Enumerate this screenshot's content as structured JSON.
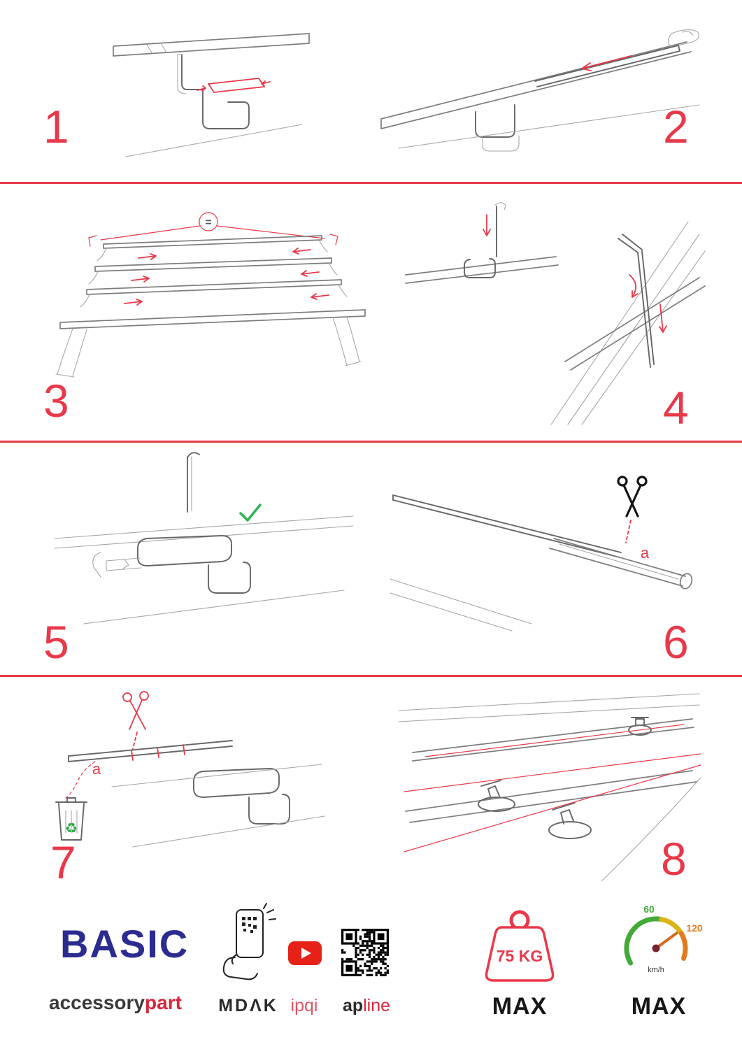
{
  "accent": "#e8394a",
  "steps": [
    {
      "number": "1"
    },
    {
      "number": "2"
    },
    {
      "number": "3"
    },
    {
      "number": "4"
    },
    {
      "number": "5"
    },
    {
      "number": "6"
    },
    {
      "number": "7"
    },
    {
      "number": "8"
    }
  ],
  "annotations": {
    "equal_sign": "=",
    "cut_label_6": "a",
    "cut_label_7": "a"
  },
  "icons": {
    "recycle": "♻"
  },
  "footer": {
    "product": "BASIC",
    "brand_black": "accessory",
    "brand_red": "part",
    "app_label": "MDΛK",
    "video_label": "ipqi",
    "qr_black": "ap",
    "qr_red": "line",
    "weight_value": "75 KG",
    "weight_max": "MAX",
    "speed_low": "60",
    "speed_high": "120",
    "speed_unit": "km/h",
    "speed_max": "MAX"
  }
}
